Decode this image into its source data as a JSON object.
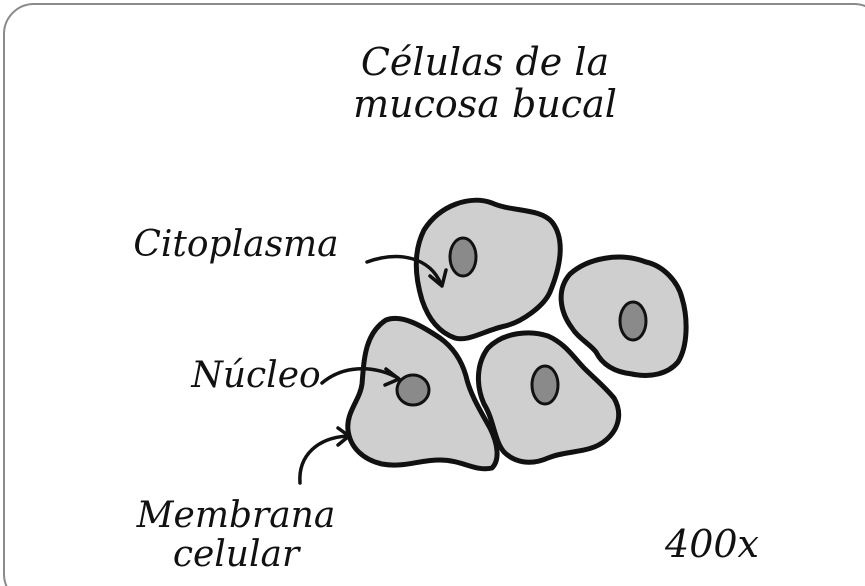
{
  "title": {
    "line1": "Células de la",
    "line2": "mucosa bucal"
  },
  "labels": {
    "cytoplasm": "Citoplasma",
    "nucleus": "Núcleo",
    "membrane_line1": "Membrana",
    "membrane_line2": "celular"
  },
  "magnification": "400x",
  "colors": {
    "cell_fill": "#cfcfcf",
    "nucleus_fill": "#8a8a8a",
    "outline": "#111111",
    "frame_border": "#8a8a8a"
  }
}
